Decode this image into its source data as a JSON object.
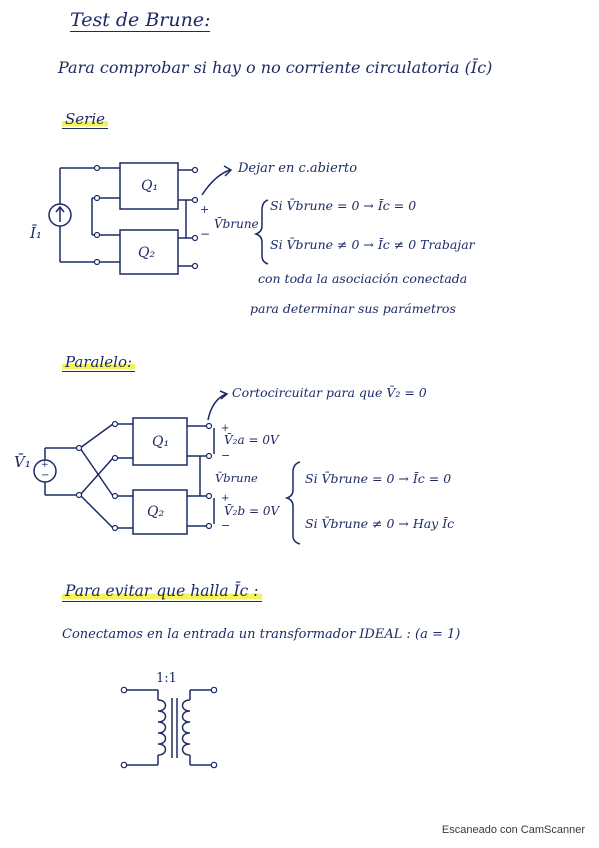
{
  "title": "Test de Brune:",
  "intro": "Para comprobar si hay o no corriente circulatoria (Īc)",
  "serie": {
    "heading": "Serie",
    "arrow_note": "Dejar en c.abierto",
    "source_label": "Ī₁",
    "q1": "Q₁",
    "q2": "Q₂",
    "vbrune": "V̄brune",
    "plus": "+",
    "minus": "−",
    "cond1": "Si V̄brune = 0 → Īc = 0",
    "cond2": "Si V̄brune ≠ 0 → Īc ≠ 0  Trabajar",
    "cond3": "con toda la asociación conectada",
    "cond4": "para determinar sus parámetros"
  },
  "paralelo": {
    "heading": "Paralelo:",
    "arrow_note": "Cortocircuitar para que V̄₂ = 0",
    "source_label": "V̄₁",
    "q1": "Q₁",
    "q2": "Q₂",
    "v2a": "V̄₂a = 0V",
    "v2b": "V̄₂b = 0V",
    "vbrune": "V̄brune",
    "plus": "+",
    "minus": "−",
    "cond1": "Si V̄brune = 0 → Īc = 0",
    "cond2": "Si V̄brune ≠ 0 → Hay Īc"
  },
  "evitar": {
    "heading": "Para evitar que halla Īc :",
    "text": "Conectamos en la entrada un transformador IDEAL : (a = 1)",
    "ratio": "1:1"
  },
  "watermark": "Escaneado con CamScanner",
  "colors": {
    "ink": "#1d2a66",
    "highlight": "#f3f35c"
  }
}
